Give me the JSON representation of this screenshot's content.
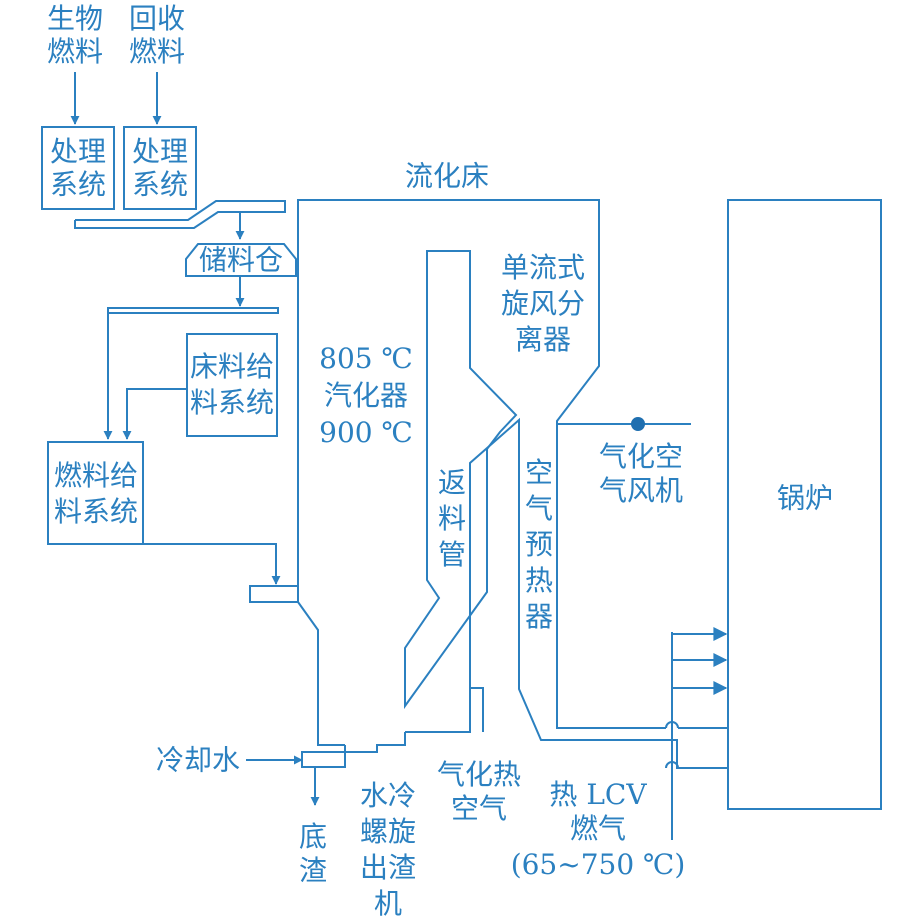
{
  "colors": {
    "stroke": "#2b80c0",
    "text": "#2b80c0",
    "dot": "#1f6fb0"
  },
  "labels": {
    "bio_fuel": [
      "生物",
      "燃料"
    ],
    "recycled_fuel": [
      "回收",
      "燃料"
    ],
    "treatment_1": [
      "处理",
      "系统"
    ],
    "treatment_2": [
      "处理",
      "系统"
    ],
    "storage_bin": "储料仓",
    "fluidized_bed": "流化床",
    "bed_feed": [
      "床料给",
      "料系统"
    ],
    "fuel_feed": [
      "燃料给",
      "料系统"
    ],
    "gasifier": [
      "805 ℃",
      "汽化器",
      "900 ℃"
    ],
    "cyclone": [
      "单流式",
      "旋风分",
      "离器"
    ],
    "return_pipe": [
      "返",
      "料",
      "管"
    ],
    "air_preheater": [
      "空",
      "气",
      "预",
      "热",
      "器"
    ],
    "air_fan": [
      "气化空",
      "气风机"
    ],
    "boiler": "锅炉",
    "cooling_water": "冷却水",
    "bottom_ash": [
      "底",
      "渣"
    ],
    "screw_extractor": [
      "水冷",
      "螺旋",
      "出渣",
      "机"
    ],
    "hot_air": [
      "气化热",
      "空气"
    ],
    "hot_gas": [
      "热 LCV",
      "燃气",
      "(65~750 ℃)"
    ]
  }
}
